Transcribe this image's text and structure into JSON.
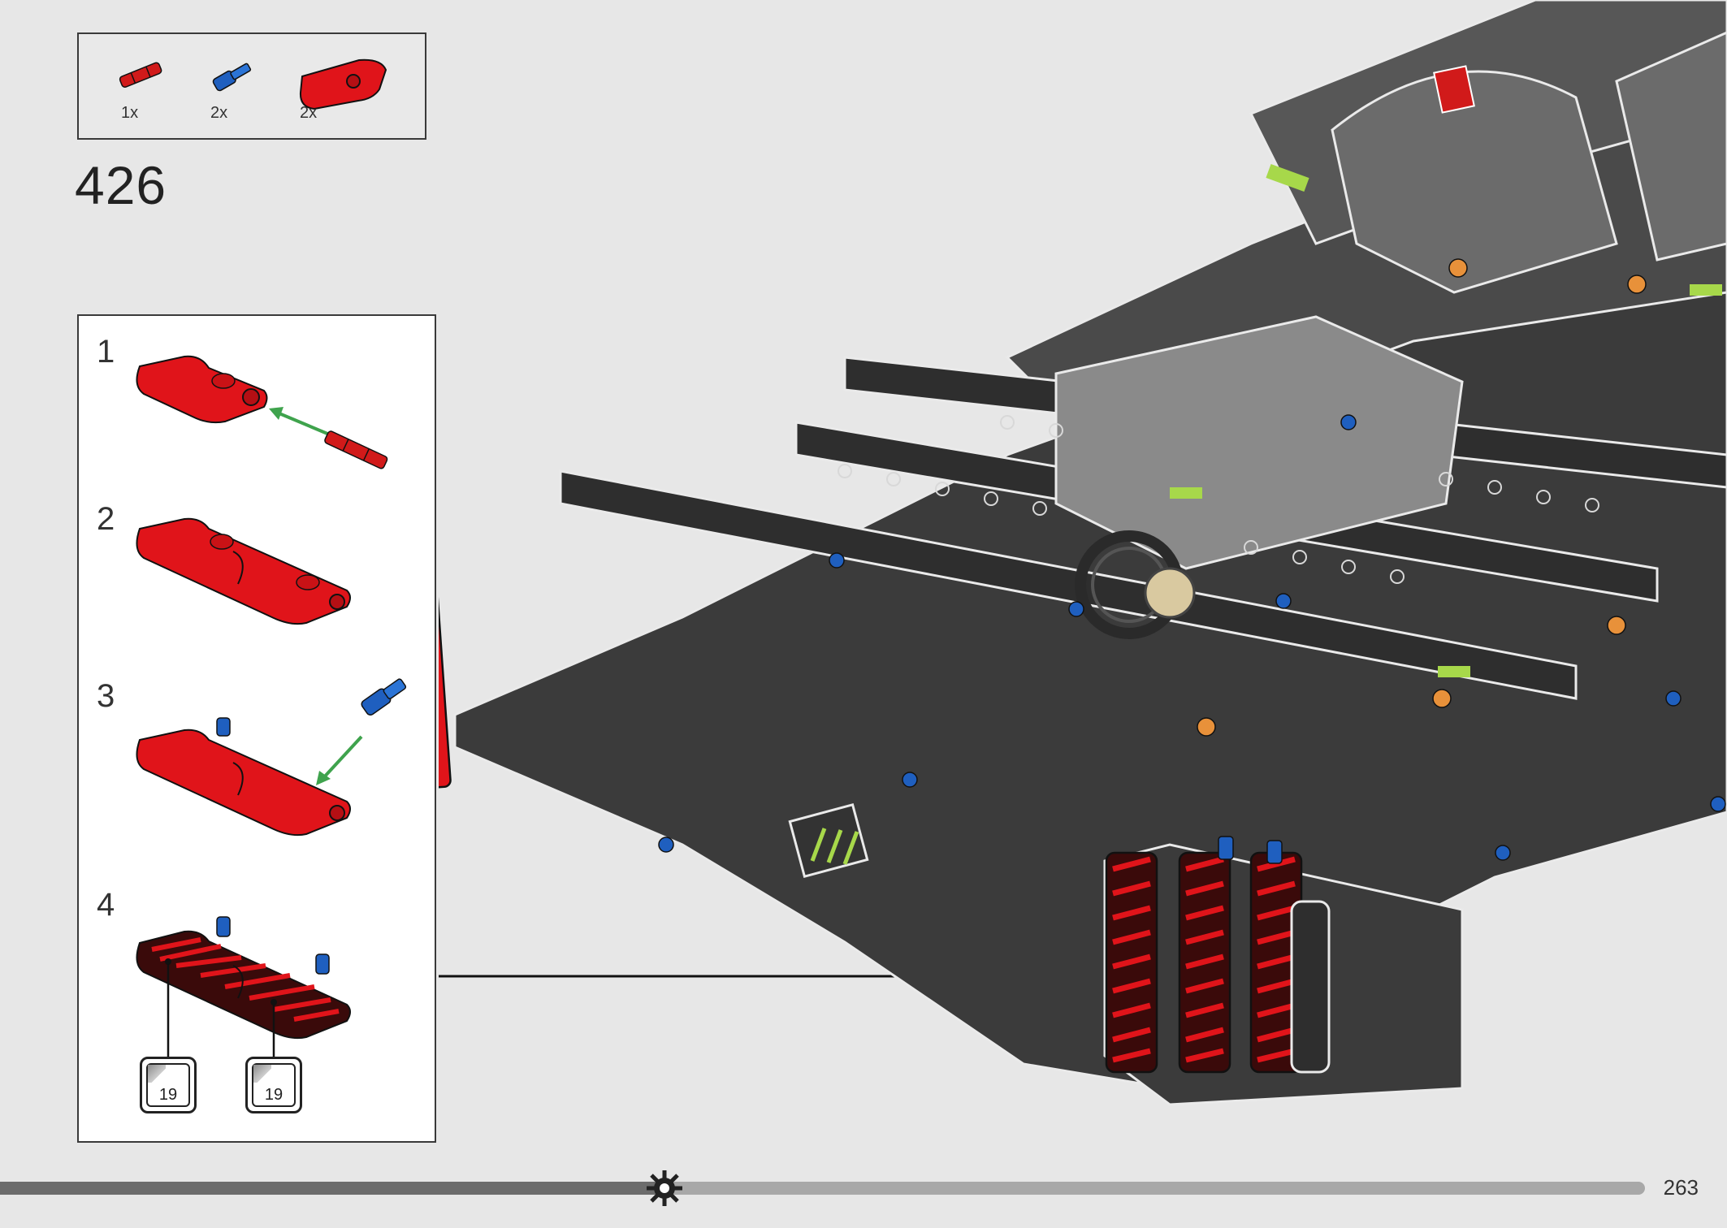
{
  "parts": [
    {
      "icon": "red-pin-icon",
      "qty": "1x",
      "color": "#d11a1a"
    },
    {
      "icon": "blue-axle-pin-icon",
      "qty": "2x",
      "color": "#1f5fbf"
    },
    {
      "icon": "red-panel-icon",
      "qty": "2x",
      "color": "#e0141a"
    }
  ],
  "step": {
    "number": "426"
  },
  "substeps": [
    {
      "num": "1"
    },
    {
      "num": "2"
    },
    {
      "num": "3"
    },
    {
      "num": "4"
    }
  ],
  "stickers": [
    {
      "label": "19"
    },
    {
      "label": "19"
    }
  ],
  "footer": {
    "page": "263",
    "progress": 0.38
  },
  "colors": {
    "model_dark": "#3b3b3b",
    "model_light": "#8a8a8a",
    "red": "#e0141a",
    "blue": "#1f5fbf",
    "lime": "#a7d84a",
    "arrow_green": "#3fa34d"
  }
}
